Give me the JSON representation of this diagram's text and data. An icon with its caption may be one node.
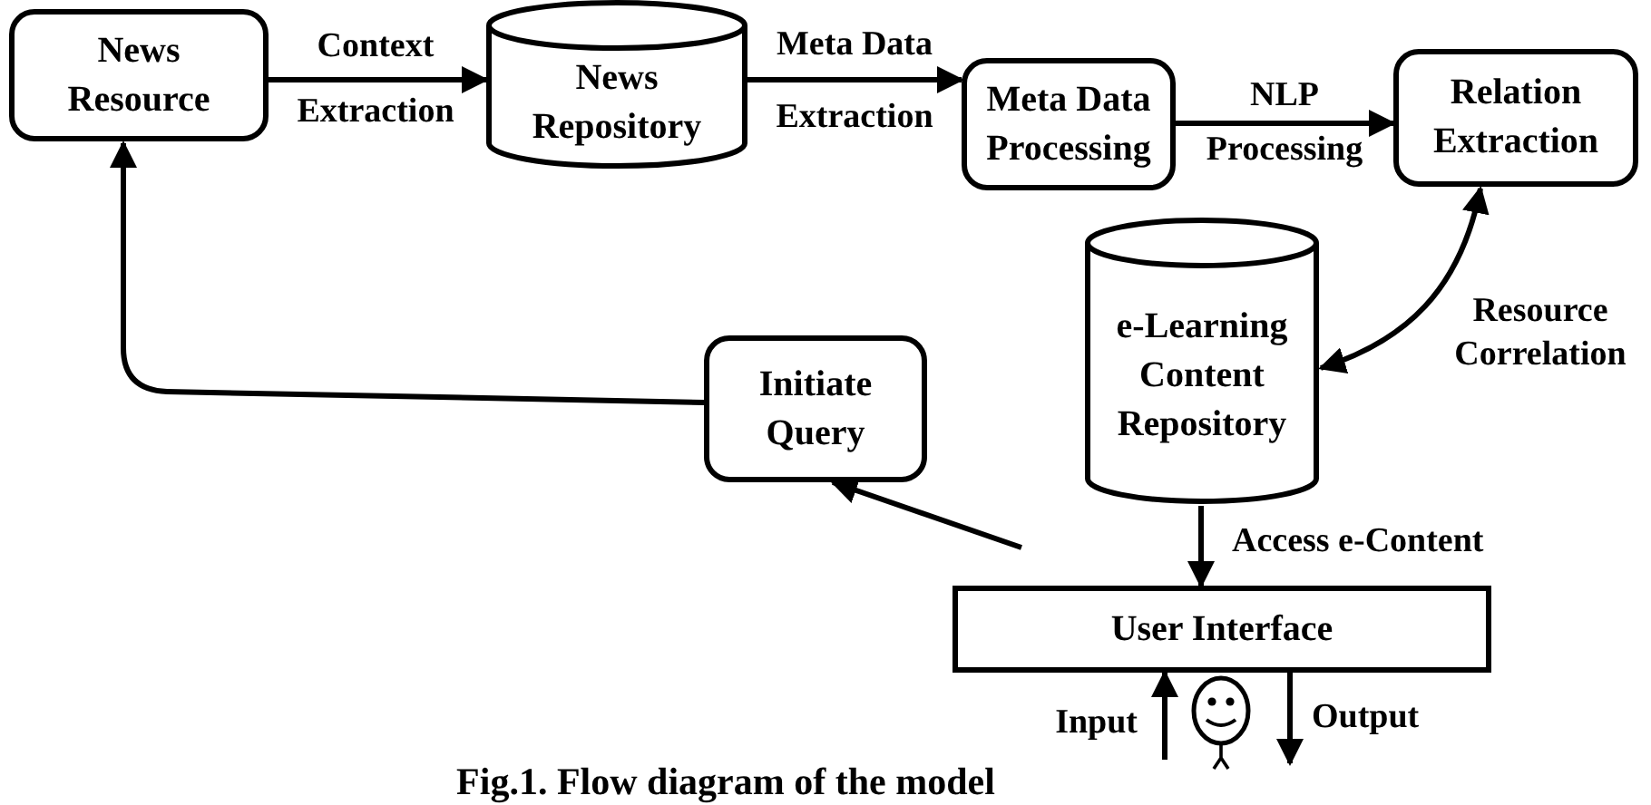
{
  "diagram": {
    "caption": "Fig.1. Flow diagram of the model",
    "nodes": [
      {
        "text": [
          "News Resource"
        ]
      },
      {
        "text": [
          "News Repository"
        ]
      },
      {
        "text": [
          "Meta Data Processing"
        ]
      },
      {
        "text": [
          "Relation Extraction"
        ]
      },
      {
        "text": [
          "e-Learning Content Repository"
        ]
      },
      {
        "text": [
          "Initiate Query"
        ]
      },
      {
        "text": [
          "User Interface"
        ]
      }
    ],
    "edges": [
      {
        "from": 0,
        "to": 1,
        "arrow": "to",
        "label": "Context Extraction"
      },
      {
        "from": 1,
        "to": 2,
        "arrow": "to",
        "label": "Meta Data Extraction"
      },
      {
        "from": 2,
        "to": 3,
        "arrow": "to",
        "label": "NLP Processing"
      },
      {
        "from": 3,
        "to": 4,
        "arrow": "both",
        "label": "Resource Correlation"
      },
      {
        "from": 4,
        "to": 6,
        "arrow": "to",
        "label": "Access e-Content"
      },
      {
        "from": null,
        "to": 5,
        "arrow": "to"
      },
      {
        "from": 5,
        "to": 0,
        "arrow": "to"
      },
      {
        "from": null,
        "to": 6,
        "arrow": "to",
        "label": "Input"
      },
      {
        "from": 6,
        "to": null,
        "arrow": "to",
        "label": "Output"
      }
    ]
  }
}
